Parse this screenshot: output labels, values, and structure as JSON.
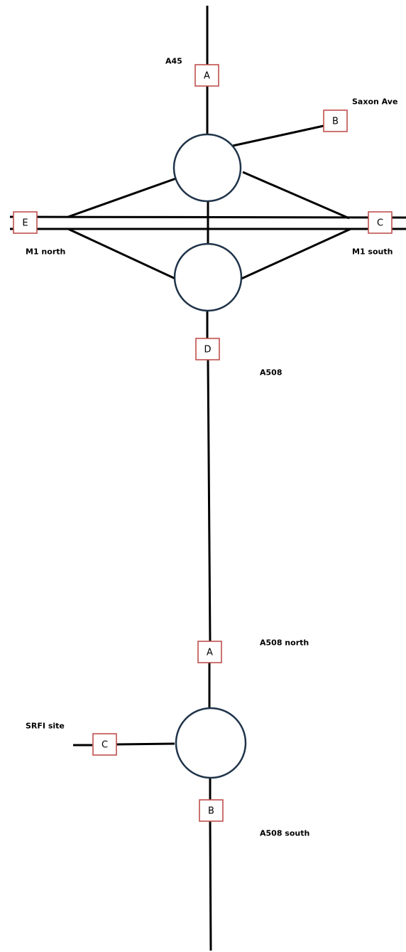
{
  "road_labels": {
    "a45": "A45",
    "saxon_ave": "Saxon Ave",
    "m1_north": "M1 north",
    "m1_south": "M1 south",
    "a508": "A508",
    "a508_north": "A508 north",
    "srfi_site": "SRFI site",
    "a508_south": "A508 south"
  },
  "arm_markers": {
    "top_a": "A",
    "top_b": "B",
    "top_c": "C",
    "top_d": "D",
    "top_e": "E",
    "bottom_a": "A",
    "bottom_b": "B",
    "bottom_c": "C"
  },
  "colors": {
    "road": "#000000",
    "roundabout_outline": "#1f3349",
    "marker_outline": "#c0504d"
  }
}
